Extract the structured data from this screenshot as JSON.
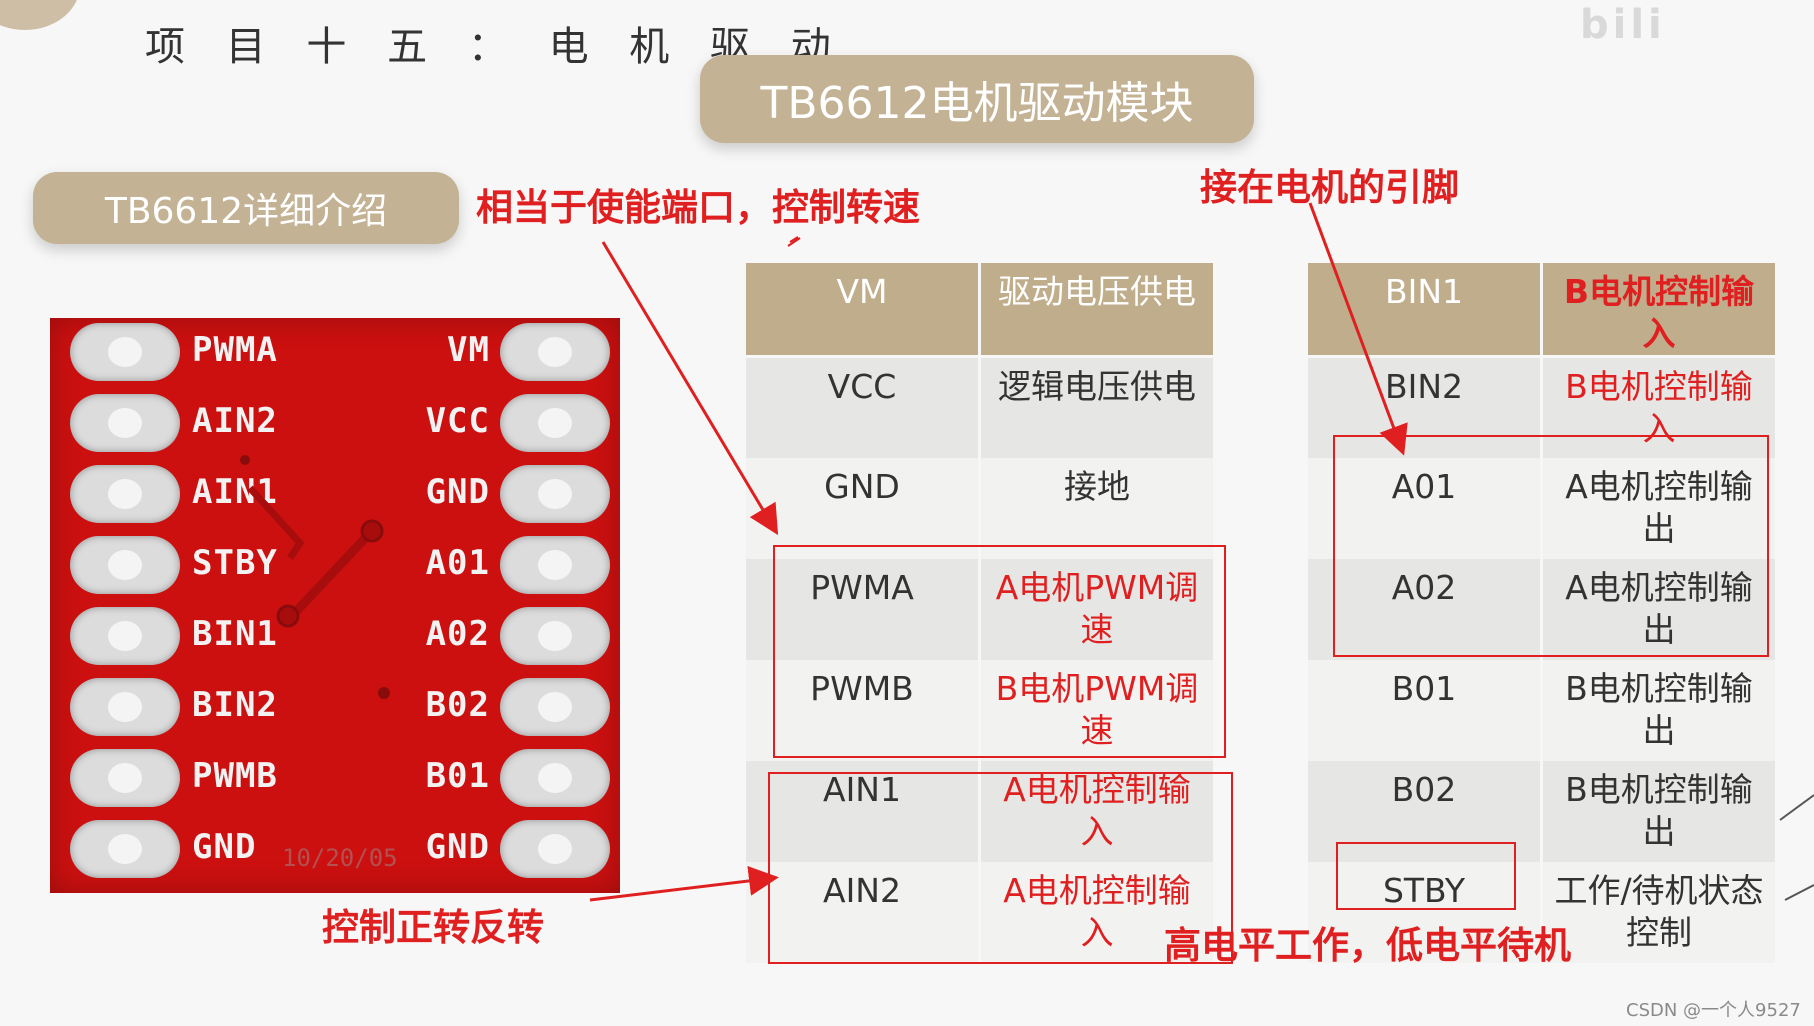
{
  "header": {
    "title": "项 目 十 五 ： 电 机 驱 动",
    "logo_text": "bili"
  },
  "main_title": "TB6612电机驱动模块",
  "section_title": "TB6612详细介绍",
  "annotations": {
    "enable": "相当于使能端口，控制转速",
    "motor_pins": "接在电机的引脚",
    "direction": "控制正转反转",
    "standby": "高电平工作，低电平待机"
  },
  "board": {
    "left_pins": [
      "PWMA",
      "AIN2",
      "AIN1",
      "STBY",
      "BIN1",
      "BIN2",
      "PWMB",
      "GND"
    ],
    "right_pins": [
      "VM",
      "VCC",
      "GND",
      "A01",
      "A02",
      "B02",
      "B01",
      "GND"
    ],
    "silkscreen": "10/20/05",
    "color": "#cc1010"
  },
  "table_left": {
    "header": {
      "pin": "VM",
      "desc": "驱动电压供电"
    },
    "rows": [
      {
        "pin": "VCC",
        "desc": "逻辑电压供电",
        "highlight": false
      },
      {
        "pin": "GND",
        "desc": "接地",
        "highlight": false
      },
      {
        "pin": "PWMA",
        "desc": "A电机PWM调速",
        "highlight": true
      },
      {
        "pin": "PWMB",
        "desc": "B电机PWM调速",
        "highlight": true
      },
      {
        "pin": "AIN1",
        "desc": "A电机控制输入",
        "highlight": true
      },
      {
        "pin": "AIN2",
        "desc": "A电机控制输入",
        "highlight": true
      }
    ]
  },
  "table_right": {
    "header": {
      "pin": "BIN1",
      "desc": "B电机控制输入"
    },
    "rows": [
      {
        "pin": "BIN2",
        "desc": "B电机控制输入",
        "highlight": true
      },
      {
        "pin": "A01",
        "desc": "A电机控制输出",
        "highlight": false
      },
      {
        "pin": "A02",
        "desc": "A电机控制输出",
        "highlight": false
      },
      {
        "pin": "B01",
        "desc": "B电机控制输出",
        "highlight": false
      },
      {
        "pin": "B02",
        "desc": "B电机控制输出",
        "highlight": false
      },
      {
        "pin": "STBY",
        "desc": "工作/待机状态控制",
        "highlight": false
      }
    ]
  },
  "watermark": "CSDN @一个人9527",
  "colors": {
    "accent": "#c3b293",
    "annotation": "#e02020",
    "table_header": "#c0ad8c"
  }
}
